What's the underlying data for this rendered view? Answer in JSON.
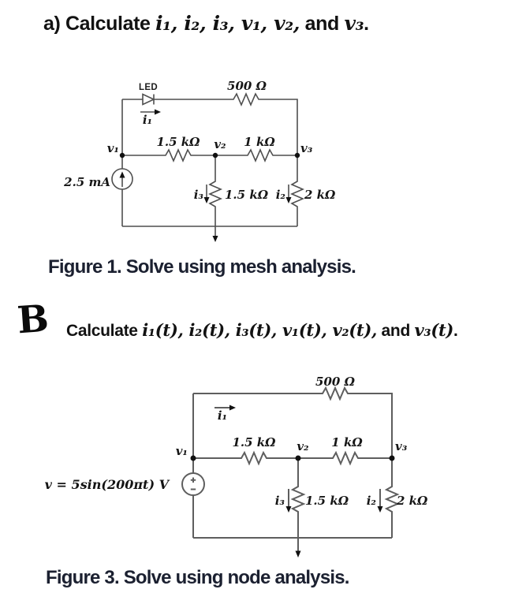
{
  "problem_a": {
    "heading_runs": [
      {
        "text": "a) Calculate ",
        "style": "plain"
      },
      {
        "text": "i₁, i₂, i₃, v₁, v₂,",
        "style": "math"
      },
      {
        "text": " and ",
        "style": "plain"
      },
      {
        "text": "v₃",
        "style": "math"
      },
      {
        "text": ".",
        "style": "plain"
      }
    ],
    "circuit": {
      "led_label": "LED",
      "i1_label": "i₁",
      "r_top_label": "500 Ω",
      "v1_label": "v₁",
      "r_mid_left_label": "1.5 kΩ",
      "v2_label": "v₂",
      "r_mid_right_label": "1 kΩ",
      "v3_label": "v₃",
      "source_label": "2.5 mA",
      "i3_label": "i₃",
      "r_vert_left_label": "1.5 kΩ",
      "i2_label": "i₂",
      "r_vert_right_label": "2 kΩ"
    },
    "caption": "Figure 1. Solve using mesh analysis."
  },
  "problem_b": {
    "section_letter": "B",
    "heading_runs": [
      {
        "text": "Calculate ",
        "style": "plain"
      },
      {
        "text": "i₁(t), i₂(t), i₃(t), v₁(t), v₂(t),",
        "style": "math"
      },
      {
        "text": " and ",
        "style": "plain"
      },
      {
        "text": "v₃(t)",
        "style": "math"
      },
      {
        "text": ".",
        "style": "plain"
      }
    ],
    "circuit": {
      "i1_label": "i₁",
      "r_top_label": "500 Ω",
      "v1_label": "v₁",
      "r_mid_left_label": "1.5 kΩ",
      "v2_label": "v₂",
      "r_mid_right_label": "1 kΩ",
      "v3_label": "v₃",
      "source_label": "v = 5sin(200πt) V",
      "i3_label": "i₃",
      "r_vert_left_label": "1.5 kΩ",
      "i2_label": "i₂",
      "r_vert_right_label": "2 kΩ"
    },
    "caption": "Figure 3. Solve using node analysis."
  }
}
